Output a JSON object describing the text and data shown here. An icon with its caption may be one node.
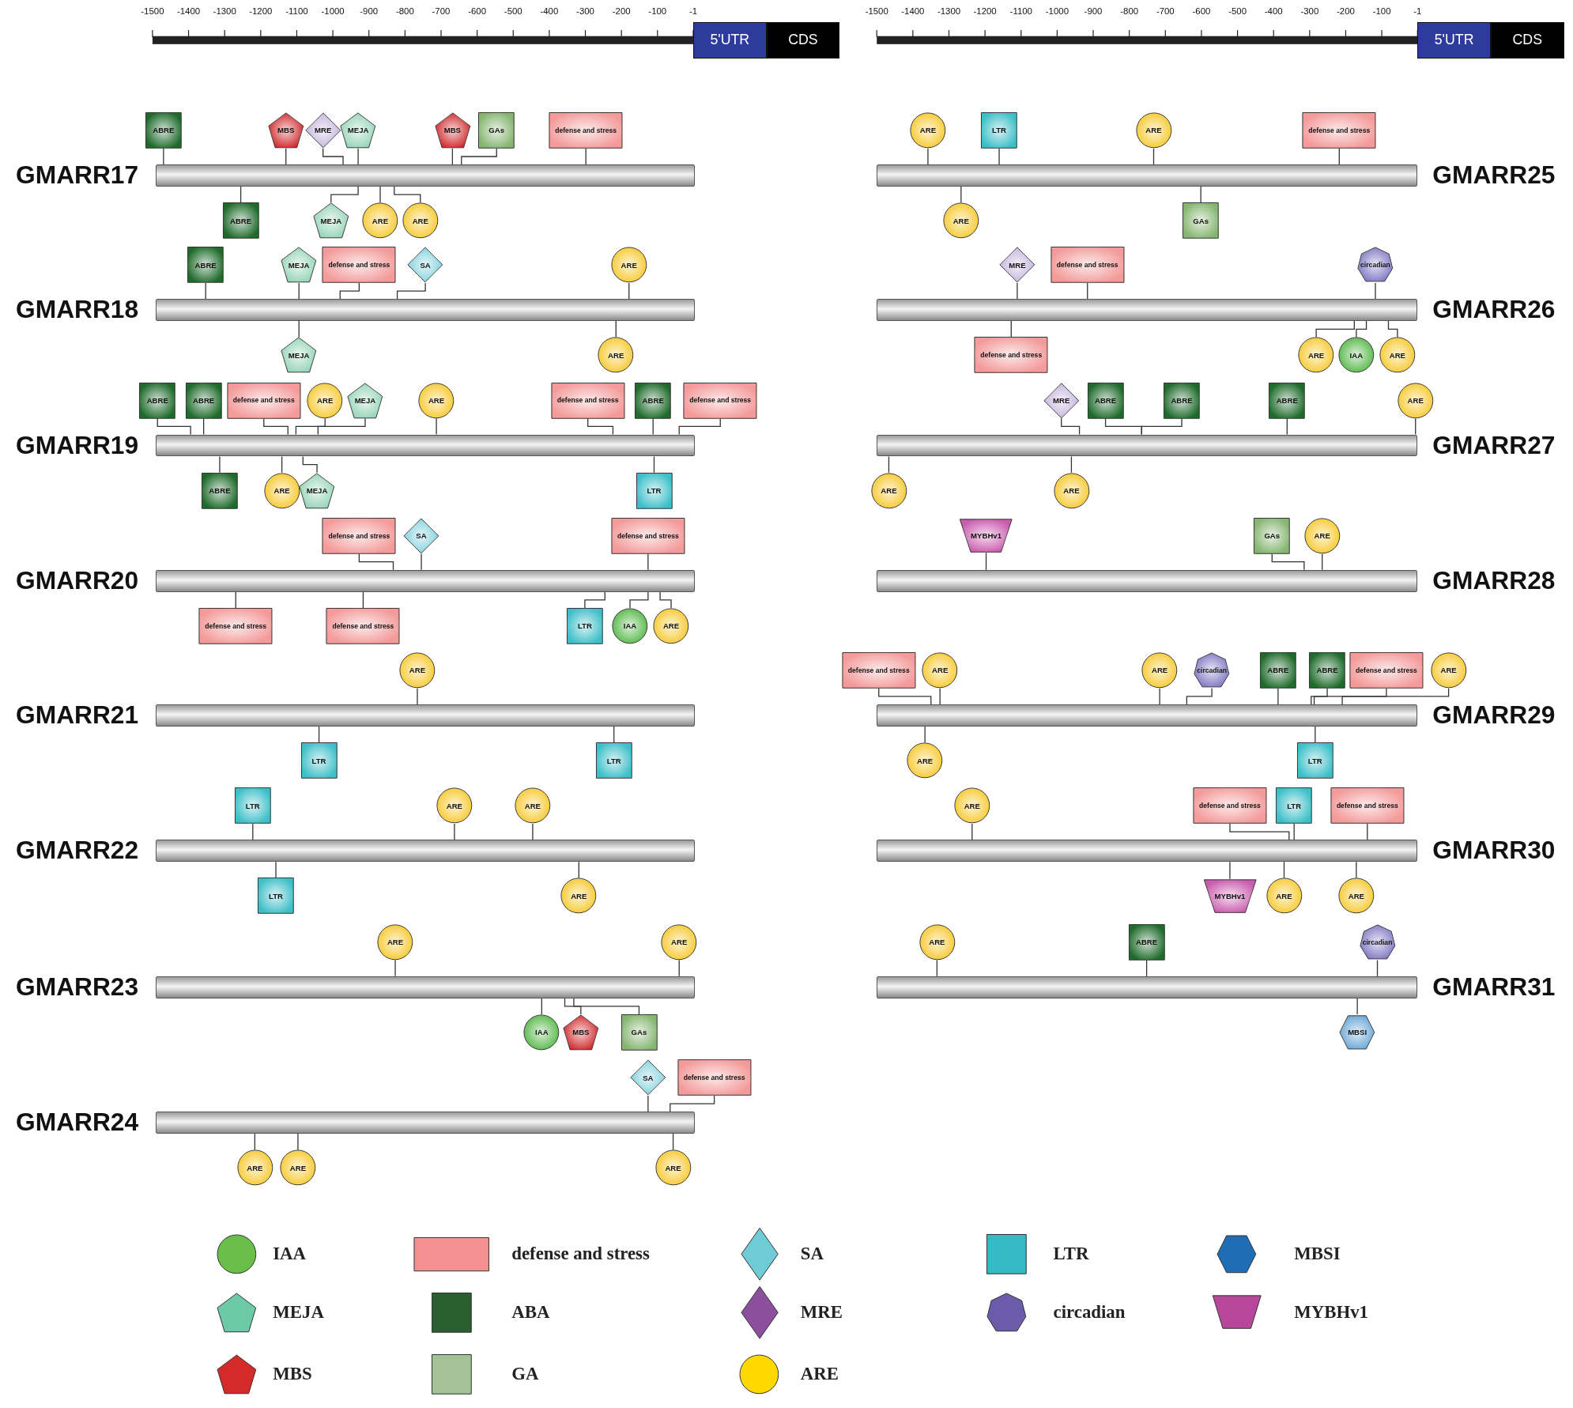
{
  "diagram": {
    "nodes": [
      {
        "text": [
          "5'UTR"
        ]
      },
      {
        "text": [
          "CDS"
        ]
      },
      {
        "text": [
          "5'UTR"
        ]
      },
      {
        "text": [
          "CDS"
        ]
      },
      {
        "text": [
          "GMARR17"
        ]
      },
      {
        "text": [
          "ABRE"
        ]
      },
      {
        "text": [
          "MBS"
        ]
      },
      {
        "text": [
          "MRE"
        ]
      },
      {
        "text": [
          "MEJA"
        ]
      },
      {
        "text": [
          "MBS"
        ]
      },
      {
        "text": [
          "GAs"
        ]
      },
      {
        "text": [
          "defense and stress"
        ]
      },
      {
        "text": [
          "ABRE"
        ]
      },
      {
        "text": [
          "MEJA"
        ]
      },
      {
        "text": [
          "ARE"
        ]
      },
      {
        "text": [
          "ARE"
        ]
      },
      {
        "text": [
          "GMARR18"
        ]
      },
      {
        "text": [
          "ABRE"
        ]
      },
      {
        "text": [
          "MEJA"
        ]
      },
      {
        "text": [
          "defense and stress"
        ]
      },
      {
        "text": [
          "SA"
        ]
      },
      {
        "text": [
          "ARE"
        ]
      },
      {
        "text": [
          "MEJA"
        ]
      },
      {
        "text": [
          "ARE"
        ]
      },
      {
        "text": [
          "GMARR19"
        ]
      },
      {
        "text": [
          "ABRE"
        ]
      },
      {
        "text": [
          "ABRE"
        ]
      },
      {
        "text": [
          "defense and stress"
        ]
      },
      {
        "text": [
          "ARE"
        ]
      },
      {
        "text": [
          "MEJA"
        ]
      },
      {
        "text": [
          "ARE"
        ]
      },
      {
        "text": [
          "defense and stress"
        ]
      },
      {
        "text": [
          "ABRE"
        ]
      },
      {
        "text": [
          "defense and stress"
        ]
      },
      {
        "text": [
          "ABRE"
        ]
      },
      {
        "text": [
          "ARE"
        ]
      },
      {
        "text": [
          "MEJA"
        ]
      },
      {
        "text": [
          "LTR"
        ]
      },
      {
        "text": [
          "GMARR20"
        ]
      },
      {
        "text": [
          "defense and stress"
        ]
      },
      {
        "text": [
          "SA"
        ]
      },
      {
        "text": [
          "defense and stress"
        ]
      },
      {
        "text": [
          "defense and stress"
        ]
      },
      {
        "text": [
          "defense and stress"
        ]
      },
      {
        "text": [
          "LTR"
        ]
      },
      {
        "text": [
          "IAA"
        ]
      },
      {
        "text": [
          "ARE"
        ]
      },
      {
        "text": [
          "GMARR21"
        ]
      },
      {
        "text": [
          "ARE"
        ]
      },
      {
        "text": [
          "LTR"
        ]
      },
      {
        "text": [
          "LTR"
        ]
      },
      {
        "text": [
          "GMARR22"
        ]
      },
      {
        "text": [
          "LTR"
        ]
      },
      {
        "text": [
          "ARE"
        ]
      },
      {
        "text": [
          "ARE"
        ]
      },
      {
        "text": [
          "LTR"
        ]
      },
      {
        "text": [
          "ARE"
        ]
      },
      {
        "text": [
          "GMARR23"
        ]
      },
      {
        "text": [
          "ARE"
        ]
      },
      {
        "text": [
          "ARE"
        ]
      },
      {
        "text": [
          "IAA"
        ]
      },
      {
        "text": [
          "MBS"
        ]
      },
      {
        "text": [
          "GAs"
        ]
      },
      {
        "text": [
          "GMARR24"
        ]
      },
      {
        "text": [
          "SA"
        ]
      },
      {
        "text": [
          "defense and stress"
        ]
      },
      {
        "text": [
          "ARE"
        ]
      },
      {
        "text": [
          "ARE"
        ]
      },
      {
        "text": [
          "ARE"
        ]
      },
      {
        "text": [
          "GMARR25"
        ]
      },
      {
        "text": [
          "ARE"
        ]
      },
      {
        "text": [
          "LTR"
        ]
      },
      {
        "text": [
          "ARE"
        ]
      },
      {
        "text": [
          "defense and stress"
        ]
      },
      {
        "text": [
          "ARE"
        ]
      },
      {
        "text": [
          "GAs"
        ]
      },
      {
        "text": [
          "GMARR26"
        ]
      },
      {
        "text": [
          "MRE"
        ]
      },
      {
        "text": [
          "defense and stress"
        ]
      },
      {
        "text": [
          "circadian"
        ]
      },
      {
        "text": [
          "defense and stress"
        ]
      },
      {
        "text": [
          "ARE"
        ]
      },
      {
        "text": [
          "IAA"
        ]
      },
      {
        "text": [
          "ARE"
        ]
      },
      {
        "text": [
          "GMARR27"
        ]
      },
      {
        "text": [
          "MRE"
        ]
      },
      {
        "text": [
          "ABRE"
        ]
      },
      {
        "text": [
          "ABRE"
        ]
      },
      {
        "text": [
          "ABRE"
        ]
      },
      {
        "text": [
          "ARE"
        ]
      },
      {
        "text": [
          "ARE"
        ]
      },
      {
        "text": [
          "ARE"
        ]
      },
      {
        "text": [
          "GMARR28"
        ]
      },
      {
        "text": [
          "MYBHv1"
        ]
      },
      {
        "text": [
          "GAs"
        ]
      },
      {
        "text": [
          "ARE"
        ]
      },
      {
        "text": [
          "GMARR29"
        ]
      },
      {
        "text": [
          "defense and stress"
        ]
      },
      {
        "text": [
          "ARE"
        ]
      },
      {
        "text": [
          "ARE"
        ]
      },
      {
        "text": [
          "circadian"
        ]
      },
      {
        "text": [
          "ABRE"
        ]
      },
      {
        "text": [
          "ABRE"
        ]
      },
      {
        "text": [
          "defense and stress"
        ]
      },
      {
        "text": [
          "ARE"
        ]
      },
      {
        "text": [
          "ARE"
        ]
      },
      {
        "text": [
          "LTR"
        ]
      },
      {
        "text": [
          "GMARR30"
        ]
      },
      {
        "text": [
          "ARE"
        ]
      },
      {
        "text": [
          "defense and stress"
        ]
      },
      {
        "text": [
          "LTR"
        ]
      },
      {
        "text": [
          "defense and stress"
        ]
      },
      {
        "text": [
          "MYBHv1"
        ]
      },
      {
        "text": [
          "ARE"
        ]
      },
      {
        "text": [
          "ARE"
        ]
      },
      {
        "text": [
          "GMARR31"
        ]
      },
      {
        "text": [
          "ARE"
        ]
      },
      {
        "text": [
          "ABRE"
        ]
      },
      {
        "text": [
          "circadian"
        ]
      },
      {
        "text": [
          "MBSI"
        ]
      }
    ],
    "edges": [
      {
        "from": 5,
        "to": 4,
        "arrow": "none"
      },
      {
        "from": 6,
        "to": 4,
        "arrow": "none"
      },
      {
        "from": 7,
        "to": 4,
        "arrow": "none"
      },
      {
        "from": 8,
        "to": 4,
        "arrow": "none"
      },
      {
        "from": 9,
        "to": 4,
        "arrow": "none"
      },
      {
        "from": 10,
        "to": 4,
        "arrow": "none"
      },
      {
        "from": 11,
        "to": 4,
        "arrow": "none"
      },
      {
        "from": 12,
        "to": 4,
        "arrow": "none"
      },
      {
        "from": 13,
        "to": 4,
        "arrow": "none"
      },
      {
        "from": 14,
        "to": 4,
        "arrow": "none"
      },
      {
        "from": 15,
        "to": 4,
        "arrow": "none"
      },
      {
        "from": 17,
        "to": 16,
        "arrow": "none"
      },
      {
        "from": 18,
        "to": 16,
        "arrow": "none"
      },
      {
        "from": 19,
        "to": 16,
        "arrow": "none"
      },
      {
        "from": 20,
        "to": 16,
        "arrow": "none"
      },
      {
        "from": 21,
        "to": 16,
        "arrow": "none"
      },
      {
        "from": 22,
        "to": 16,
        "arrow": "none"
      },
      {
        "from": 23,
        "to": 16,
        "arrow": "none"
      },
      {
        "from": 25,
        "to": 24,
        "arrow": "none"
      },
      {
        "from": 26,
        "to": 24,
        "arrow": "none"
      },
      {
        "from": 27,
        "to": 24,
        "arrow": "none"
      },
      {
        "from": 28,
        "to": 24,
        "arrow": "none"
      },
      {
        "from": 29,
        "to": 24,
        "arrow": "none"
      },
      {
        "from": 30,
        "to": 24,
        "arrow": "none"
      },
      {
        "from": 31,
        "to": 24,
        "arrow": "none"
      },
      {
        "from": 32,
        "to": 24,
        "arrow": "none"
      },
      {
        "from": 33,
        "to": 24,
        "arrow": "none"
      },
      {
        "from": 34,
        "to": 24,
        "arrow": "none"
      },
      {
        "from": 35,
        "to": 24,
        "arrow": "none"
      },
      {
        "from": 36,
        "to": 24,
        "arrow": "none"
      },
      {
        "from": 37,
        "to": 24,
        "arrow": "none"
      },
      {
        "from": 39,
        "to": 38,
        "arrow": "none"
      },
      {
        "from": 40,
        "to": 38,
        "arrow": "none"
      },
      {
        "from": 41,
        "to": 38,
        "arrow": "none"
      },
      {
        "from": 42,
        "to": 38,
        "arrow": "none"
      },
      {
        "from": 43,
        "to": 38,
        "arrow": "none"
      },
      {
        "from": 44,
        "to": 38,
        "arrow": "none"
      },
      {
        "from": 45,
        "to": 38,
        "arrow": "none"
      },
      {
        "from": 46,
        "to": 38,
        "arrow": "none"
      },
      {
        "from": 48,
        "to": 47,
        "arrow": "none"
      },
      {
        "from": 49,
        "to": 47,
        "arrow": "none"
      },
      {
        "from": 50,
        "to": 47,
        "arrow": "none"
      },
      {
        "from": 52,
        "to": 51,
        "arrow": "none"
      },
      {
        "from": 53,
        "to": 51,
        "arrow": "none"
      },
      {
        "from": 54,
        "to": 51,
        "arrow": "none"
      },
      {
        "from": 55,
        "to": 51,
        "arrow": "none"
      },
      {
        "from": 56,
        "to": 51,
        "arrow": "none"
      },
      {
        "from": 58,
        "to": 57,
        "arrow": "none"
      },
      {
        "from": 59,
        "to": 57,
        "arrow": "none"
      },
      {
        "from": 60,
        "to": 57,
        "arrow": "none"
      },
      {
        "from": 61,
        "to": 57,
        "arrow": "none"
      },
      {
        "from": 62,
        "to": 57,
        "arrow": "none"
      },
      {
        "from": 64,
        "to": 63,
        "arrow": "none"
      },
      {
        "from": 65,
        "to": 63,
        "arrow": "none"
      },
      {
        "from": 66,
        "to": 63,
        "arrow": "none"
      },
      {
        "from": 67,
        "to": 63,
        "arrow": "none"
      },
      {
        "from": 68,
        "to": 63,
        "arrow": "none"
      },
      {
        "from": 70,
        "to": 69,
        "arrow": "none"
      },
      {
        "from": 71,
        "to": 69,
        "arrow": "none"
      },
      {
        "from": 72,
        "to": 69,
        "arrow": "none"
      },
      {
        "from": 73,
        "to": 69,
        "arrow": "none"
      },
      {
        "from": 74,
        "to": 69,
        "arrow": "none"
      },
      {
        "from": 75,
        "to": 69,
        "arrow": "none"
      },
      {
        "from": 77,
        "to": 76,
        "arrow": "none"
      },
      {
        "from": 78,
        "to": 76,
        "arrow": "none"
      },
      {
        "from": 79,
        "to": 76,
        "arrow": "none"
      },
      {
        "from": 80,
        "to": 76,
        "arrow": "none"
      },
      {
        "from": 81,
        "to": 76,
        "arrow": "none"
      },
      {
        "from": 82,
        "to": 76,
        "arrow": "none"
      },
      {
        "from": 83,
        "to": 76,
        "arrow": "none"
      },
      {
        "from": 85,
        "to": 84,
        "arrow": "none"
      },
      {
        "from": 86,
        "to": 84,
        "arrow": "none"
      },
      {
        "from": 87,
        "to": 84,
        "arrow": "none"
      },
      {
        "from": 88,
        "to": 84,
        "arrow": "none"
      },
      {
        "from": 89,
        "to": 84,
        "arrow": "none"
      },
      {
        "from": 90,
        "to": 84,
        "arrow": "none"
      },
      {
        "from": 91,
        "to": 84,
        "arrow": "none"
      },
      {
        "from": 93,
        "to": 92,
        "arrow": "none"
      },
      {
        "from": 94,
        "to": 92,
        "arrow": "none"
      },
      {
        "from": 95,
        "to": 92,
        "arrow": "none"
      },
      {
        "from": 97,
        "to": 96,
        "arrow": "none"
      },
      {
        "from": 98,
        "to": 96,
        "arrow": "none"
      },
      {
        "from": 99,
        "to": 96,
        "arrow": "none"
      },
      {
        "from": 100,
        "to": 96,
        "arrow": "none"
      },
      {
        "from": 101,
        "to": 96,
        "arrow": "none"
      },
      {
        "from": 102,
        "to": 96,
        "arrow": "none"
      },
      {
        "from": 103,
        "to": 96,
        "arrow": "none"
      },
      {
        "from": 104,
        "to": 96,
        "arrow": "none"
      },
      {
        "from": 105,
        "to": 96,
        "arrow": "none"
      },
      {
        "from": 106,
        "to": 96,
        "arrow": "none"
      },
      {
        "from": 108,
        "to": 107,
        "arrow": "none"
      },
      {
        "from": 109,
        "to": 107,
        "arrow": "none"
      },
      {
        "from": 110,
        "to": 107,
        "arrow": "none"
      },
      {
        "from": 111,
        "to": 107,
        "arrow": "none"
      },
      {
        "from": 112,
        "to": 107,
        "arrow": "none"
      },
      {
        "from": 113,
        "to": 107,
        "arrow": "none"
      },
      {
        "from": 114,
        "to": 107,
        "arrow": "none"
      },
      {
        "from": 116,
        "to": 115,
        "arrow": "none"
      },
      {
        "from": 117,
        "to": 115,
        "arrow": "none"
      },
      {
        "from": 118,
        "to": 115,
        "arrow": "none"
      },
      {
        "from": 119,
        "to": 115,
        "arrow": "none"
      }
    ],
    "labels": [
      "-1500",
      "-1400",
      "-1300",
      "-1200",
      "-1100",
      "-1000",
      "-900",
      "-800",
      "-700",
      "-600",
      "-500",
      "-400",
      "-300",
      "-200",
      "-100",
      "-1",
      "-1500",
      "-1400",
      "-1300",
      "-1200",
      "-1100",
      "-1000",
      "-900",
      "-800",
      "-700",
      "-600",
      "-500",
      "-400",
      "-300",
      "-200",
      "-100",
      "-1"
    ],
    "legend": [
      {
        "text": "IAA",
        "color": "#6abf4b"
      },
      {
        "text": "defense and stress",
        "color": "#f4908f"
      },
      {
        "text": "SA",
        "color": "#6fcbd6"
      },
      {
        "text": "LTR",
        "color": "#35b9c2"
      },
      {
        "text": "MBSI",
        "color": "#1f6db5"
      },
      {
        "text": "MEJA",
        "color": "#6ccaa8"
      },
      {
        "text": "ABA",
        "color": "#2b5e30"
      },
      {
        "text": "MRE",
        "color": "#8b4f9e"
      },
      {
        "text": "circadian",
        "color": "#6a5cab"
      },
      {
        "text": "MYBHv1",
        "color": "#b8479b"
      },
      {
        "text": "MBS",
        "color": "#d42a2a"
      },
      {
        "text": "GA",
        "color": "#a3c397"
      },
      {
        "text": "ARE",
        "color": "#ffd800"
      }
    ]
  }
}
